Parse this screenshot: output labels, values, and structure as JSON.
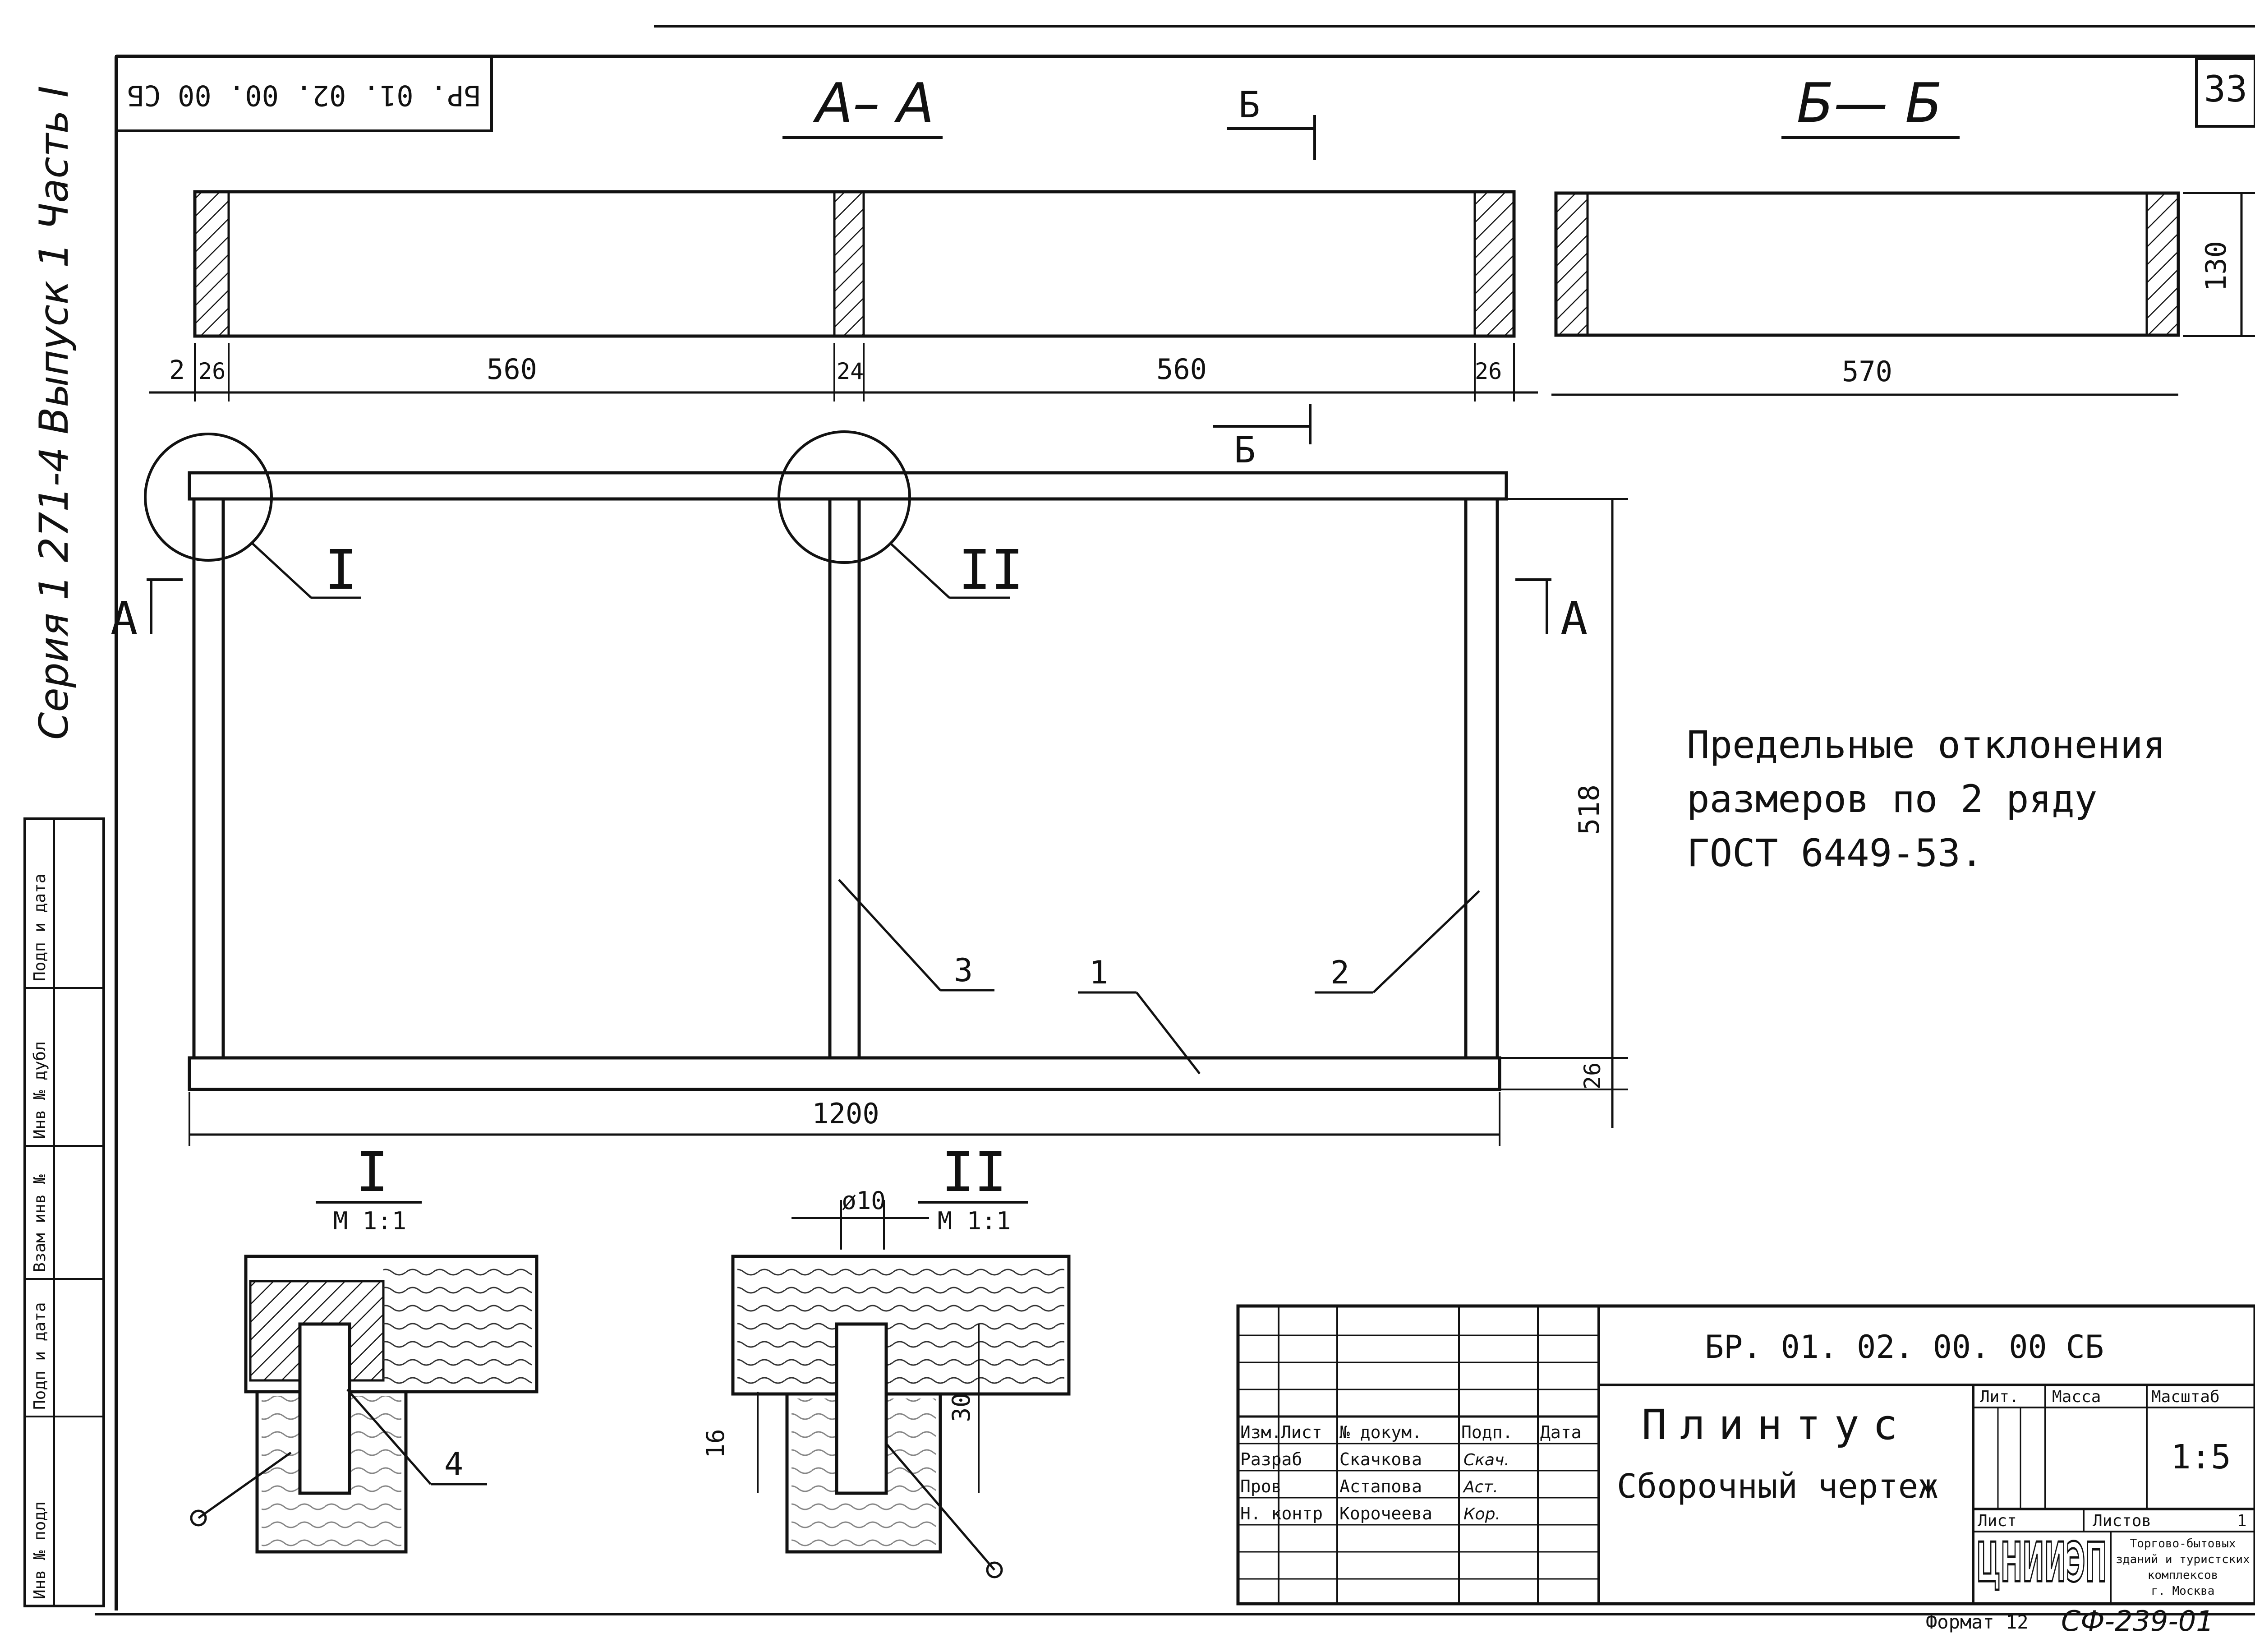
{
  "top_stamp": "БР. 01. 02. 00. 00  СБ",
  "sheet_number": "33",
  "series_margin": "Серия  1 271-4  Выпуск 1 Часть I",
  "margin_cells": [
    "Инв № подл",
    "Подп и дата",
    "Взам инв №",
    "Инв № дубл",
    "Подп и дата"
  ],
  "sections": {
    "a_a": "А– А",
    "b_b": "Б— Б",
    "b_mark": "Б",
    "a_mark": "А"
  },
  "section_aa_dims": [
    "2",
    "26",
    "560",
    "24",
    "560",
    "26"
  ],
  "section_bb_dims": {
    "width": "570",
    "height": "130"
  },
  "main_view": {
    "overall_length": "1200",
    "height": "518",
    "board": "26",
    "callout_1": "I",
    "callout_2": "II",
    "positions": [
      "1",
      "2",
      "3"
    ]
  },
  "details": {
    "detail_1_title": "I",
    "detail_1_scale": "М 1:1",
    "detail_2_title": "II",
    "detail_2_scale": "М 1:1",
    "diameter": "ø10",
    "dim_16": "16",
    "dim_30": "30",
    "position_4": "4"
  },
  "note": [
    "Предельные  отклонения",
    "размеров  по 2 ряду",
    "ГОСТ  6449-53."
  ],
  "title_block": {
    "doc_code": "БР. 01. 02. 00. 00  СБ",
    "name_line1": "Плинтус",
    "name_line2": "Сборочный  чертеж",
    "header_cols": [
      "Изм.",
      "Лист",
      "№ докум.",
      "Подп.",
      "Дата"
    ],
    "roles": [
      {
        "role": "Разраб",
        "name": "Скачкова",
        "sign": "Скач."
      },
      {
        "role": "Пров",
        "name": "Астапова",
        "sign": "Аст."
      },
      {
        "role": "Н. контр",
        "name": "Корочеева",
        "sign": "Кор."
      }
    ],
    "lit_label": "Лит.",
    "mass_label": "Масса",
    "scale_label": "Масштаб",
    "scale_value": "1:5",
    "sheet_label": "Лист",
    "sheets_label": "Листов",
    "sheets_value": "1",
    "org_logo": "ЦНИИЭП",
    "org_text": [
      "Торгово-бытовых",
      "зданий и туристских",
      "комплексов",
      "г. Москва"
    ]
  },
  "format_label": "Формат 12",
  "archive_code": "СФ-239-01"
}
